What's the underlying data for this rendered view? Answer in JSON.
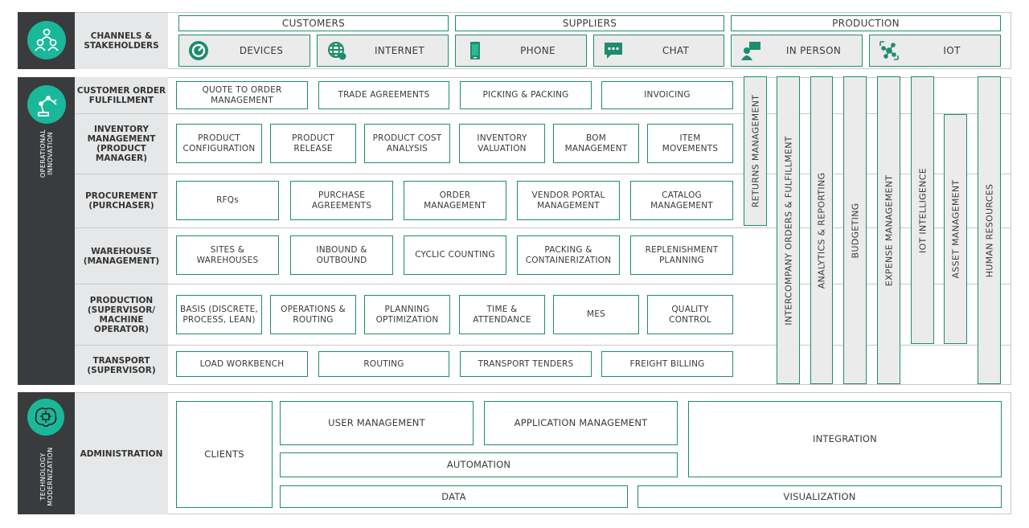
{
  "colors": {
    "accent": "#1e8c6e",
    "icon_circle": "#19b89a",
    "dark_bar": "#3a3b3d"
  },
  "channels": {
    "label": "CHANNELS &\nSTAKEHOLDERS",
    "groups": [
      "CUSTOMERS",
      "SUPPLIERS",
      "PRODUCTION"
    ],
    "items": [
      {
        "label": "DEVICES",
        "icon": "gauge-icon"
      },
      {
        "label": "INTERNET",
        "icon": "globe-icon"
      },
      {
        "label": "PHONE",
        "icon": "phone-icon"
      },
      {
        "label": "CHAT",
        "icon": "chat-icon"
      },
      {
        "label": "IN PERSON",
        "icon": "person-icon"
      },
      {
        "label": "IOT",
        "icon": "iot-icon"
      }
    ]
  },
  "operational": {
    "side_label": "OPERATIONAL\nINNOVATION",
    "rows": [
      {
        "label": "CUSTOMER ORDER\nFULFILLMENT",
        "items": [
          "QUOTE TO ORDER\nMANAGEMENT",
          "TRADE AGREEMENTS",
          "PICKING & PACKING",
          "INVOICING"
        ]
      },
      {
        "label": "INVENTORY\nMANAGEMENT\n(PRODUCT\nMANAGER)",
        "items": [
          "PRODUCT\nCONFIGURATION",
          "PRODUCT\nRELEASE",
          "PRODUCT COST\nANALYSIS",
          "INVENTORY\nVALUATION",
          "BOM\nMANAGEMENT",
          "ITEM\nMOVEMENTS"
        ]
      },
      {
        "label": "PROCUREMENT\n(PURCHASER)",
        "items": [
          "RFQs",
          "PURCHASE\nAGREEMENTS",
          "ORDER\nMANAGEMENT",
          "VENDOR PORTAL\nMANAGEMENT",
          "CATALOG\nMANAGEMENT"
        ]
      },
      {
        "label": "WAREHOUSE\n(MANAGEMENT)",
        "items": [
          "SITES &\nWAREHOUSES",
          "INBOUND &\nOUTBOUND",
          "CYCLIC COUNTING",
          "PACKING &\nCONTAINERIZATION",
          "REPLENISHMENT\nPLANNING"
        ]
      },
      {
        "label": "PRODUCTION\n(SUPERVISOR/\nMACHINE\nOPERATOR)",
        "items": [
          "BASIS (DISCRETE,\nPROCESS, LEAN)",
          "OPERATIONS &\nROUTING",
          "PLANNING\nOPTIMIZATION",
          "TIME &\nATTENDANCE",
          "MES",
          "QUALITY\nCONTROL"
        ]
      },
      {
        "label": "TRANSPORT\n(SUPERVISOR)",
        "items": [
          "LOAD WORKBENCH",
          "ROUTING",
          "TRANSPORT TENDERS",
          "FREIGHT BILLING"
        ]
      }
    ],
    "verticals": [
      "RETURNS MANAGEMENT",
      "INTERCOMPANY ORDERS & FULFILLMENT",
      "ANALYTICS & REPORTING",
      "BUDGETING",
      "EXPENSE MANAGEMENT",
      "IOT INTELLIGENCE",
      "ASSET MANAGEMENT",
      "HUMAN RESOURCES"
    ]
  },
  "technology": {
    "side_label": "TECHNOLOGY\nMODERNIZATION",
    "label": "ADMINISTRATION",
    "clients": "CLIENTS",
    "user_management": "USER MANAGEMENT",
    "application_management": "APPLICATION MANAGEMENT",
    "integration": "INTEGRATION",
    "automation": "AUTOMATION",
    "data": "DATA",
    "visualization": "VISUALIZATION"
  }
}
